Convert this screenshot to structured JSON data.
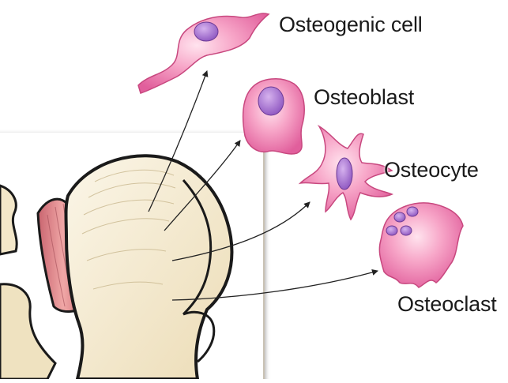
{
  "diagram": {
    "labels": {
      "osteogenic_cell": "Osteogenic cell",
      "osteoblast": "Osteoblast",
      "osteocyte": "Osteocyte",
      "osteoclast": "Osteoclast"
    },
    "colors": {
      "cell_fill": "#f07fb0",
      "cell_highlight": "#ffd7e6",
      "nucleus": "#a66ad0",
      "bone_fill": "#f7f0dd",
      "bone_outline": "#1a1a1a",
      "muscle": "#e08a8f",
      "arrow": "#222222"
    }
  }
}
